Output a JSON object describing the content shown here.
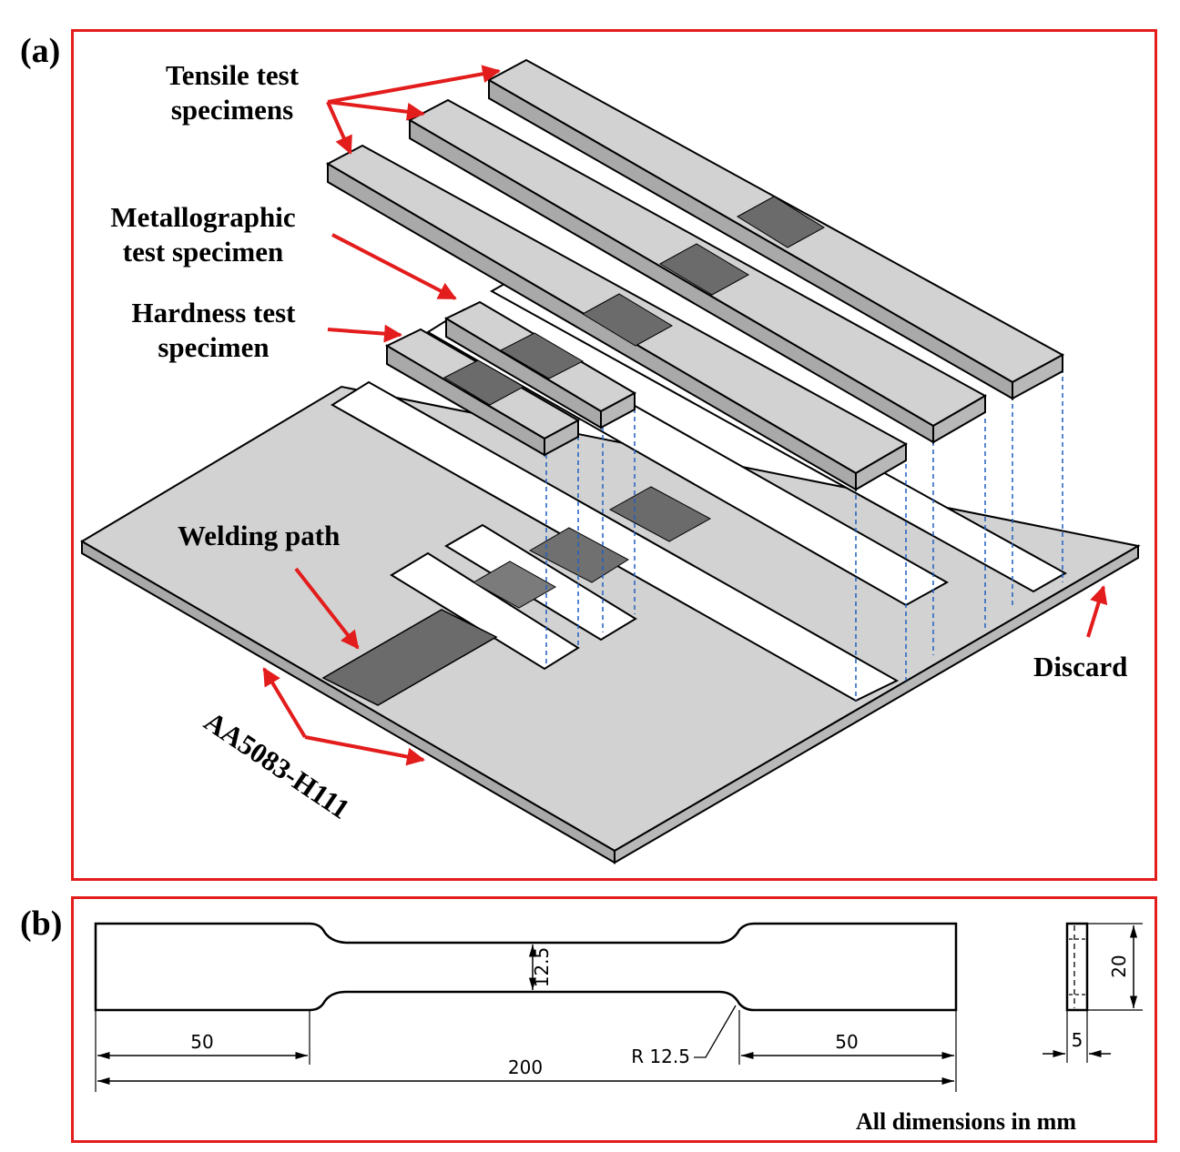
{
  "panel_a": {
    "label": "(a)",
    "callouts": {
      "tensile": [
        "Tensile test",
        "specimens"
      ],
      "metallographic": [
        "Metallographic",
        "test specimen"
      ],
      "hardness": [
        "Hardness test",
        "specimen"
      ],
      "welding_path": "Welding path",
      "discard": "Discard",
      "material": "AA5083-H111"
    }
  },
  "panel_b": {
    "label": "(b)",
    "dimensions": {
      "grip_length_left": "50",
      "grip_length_right": "50",
      "total_length": "200",
      "gauge_width": "12.5",
      "fillet_radius": "R 12.5",
      "width": "20",
      "thickness": "5"
    },
    "footnote": "All dimensions in mm"
  },
  "colors": {
    "frame": "#e31c1c",
    "arrow": "#e31c1c",
    "plate": "#d0d0d0",
    "plate_edge": "#a9a9a9",
    "weld": "#6b6b6b",
    "projection": "#1f5fbf"
  }
}
